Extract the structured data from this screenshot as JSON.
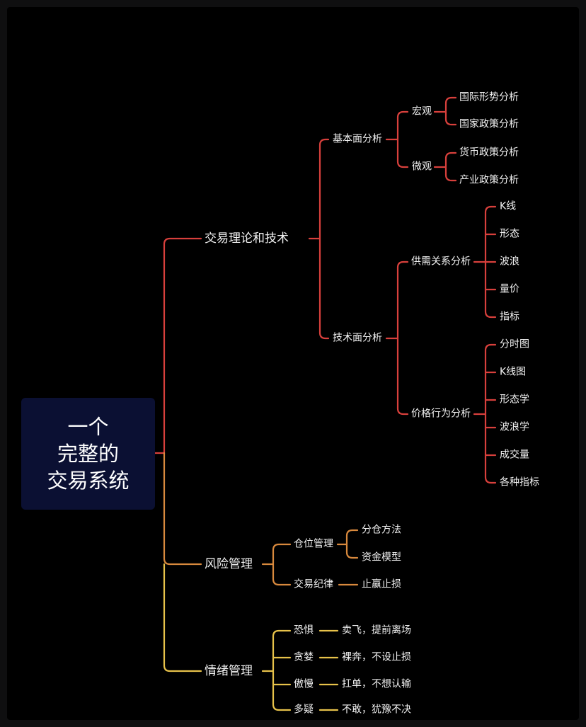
{
  "colors": {
    "red": "#d8403c",
    "orange": "#d8893d",
    "yellow": "#e7c24a",
    "root_bg": "#0b1033"
  },
  "root": "一个\n完整的\n交易系统",
  "branches": {
    "theory": {
      "label": "交易理论和技术",
      "fundamental": {
        "label": "基本面分析",
        "macro": {
          "label": "宏观",
          "items": [
            "国际形势分析",
            "国家政策分析"
          ]
        },
        "micro": {
          "label": "微观",
          "items": [
            "货币政策分析",
            "产业政策分析"
          ]
        }
      },
      "technical": {
        "label": "技术面分析",
        "supply": {
          "label": "供需关系分析",
          "items": [
            "K线",
            "形态",
            "波浪",
            "量价",
            "指标"
          ]
        },
        "price": {
          "label": "价格行为分析",
          "items": [
            "分时图",
            "K线图",
            "形态学",
            "波浪学",
            "成交量",
            "各种指标"
          ]
        }
      }
    },
    "risk": {
      "label": "风险管理",
      "position": {
        "label": "仓位管理",
        "items": [
          "分仓方法",
          "资金模型"
        ]
      },
      "discipline": {
        "label": "交易纪律",
        "items": [
          "止赢止损"
        ]
      }
    },
    "emotion": {
      "label": "情绪管理",
      "items": [
        {
          "label": "恐惧",
          "detail": "卖飞，提前离场"
        },
        {
          "label": "贪婪",
          "detail": "裸奔，不设止损"
        },
        {
          "label": "傲慢",
          "detail": "扛单，不想认输"
        },
        {
          "label": "多疑",
          "detail": "不敢，犹豫不决"
        }
      ]
    }
  }
}
